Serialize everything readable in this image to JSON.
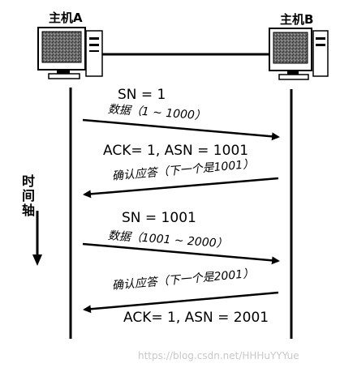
{
  "hosts": {
    "a_label": "主机A",
    "b_label": "主机B"
  },
  "time_axis": {
    "chars": [
      "时",
      "间",
      "轴"
    ]
  },
  "messages": [
    {
      "seq_label": "SN = 1",
      "label": "数据（1 ~ 1000）",
      "direction": "A-to-B"
    },
    {
      "seq_label": "ACK= 1, ASN = 1001",
      "label": "确认应答（下一个是1001）",
      "direction": "B-to-A"
    },
    {
      "seq_label": "SN = 1001",
      "label": "数据（1001 ~ 2000）",
      "direction": "A-to-B"
    },
    {
      "seq_label": "ACK= 1, ASN = 2001",
      "label": "确认应答（下一个是2001）",
      "direction": "B-to-A"
    }
  ],
  "watermark": "https://blog.csdn.net/HHHuYYYue"
}
